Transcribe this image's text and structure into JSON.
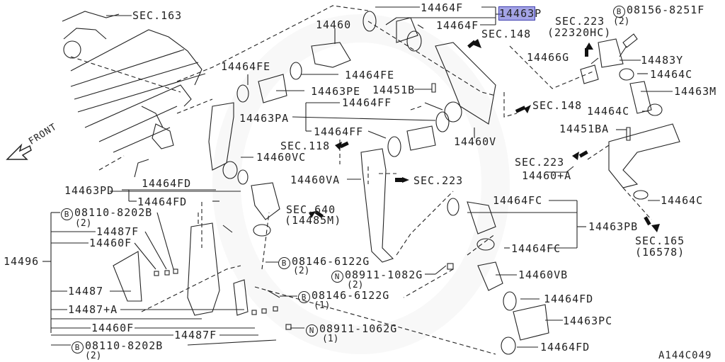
{
  "diagram": {
    "figure_id": "A144C049",
    "front_label": "FRONT",
    "highlight_color": "#7b7bd6",
    "highlighted_part": "14463P",
    "section_refs": [
      {
        "id": "sec163",
        "text": "SEC.163"
      },
      {
        "id": "sec148a",
        "text": "SEC.148"
      },
      {
        "id": "sec148b",
        "text": "SEC.148"
      },
      {
        "id": "sec223a",
        "text": "SEC.223",
        "sub": "(22320HC)"
      },
      {
        "id": "sec223b",
        "text": "SEC.223"
      },
      {
        "id": "sec223c",
        "text": "SEC.223"
      },
      {
        "id": "sec118",
        "text": "SEC.118"
      },
      {
        "id": "sec640",
        "text": "SEC.640",
        "sub": "(14485M)"
      },
      {
        "id": "sec165",
        "text": "SEC.165",
        "sub": "(16578)"
      }
    ],
    "parts": {
      "p14464F_a": "14464F",
      "p14464F_b": "14464F",
      "p14463P": "14463",
      "p14463P_suffix": "P",
      "p14460": "14460",
      "p14464FE_a": "14464FE",
      "p14464FE_b": "14464FE",
      "p14463PE": "14463PE",
      "p14451B": "14451B",
      "p14464FF_a": "14464FF",
      "p14463PA": "14463PA",
      "p14464FF_b": "14464FF",
      "p14460V": "14460V",
      "p14460VC": "14460VC",
      "p14460VA": "14460VA",
      "p14464FD_a": "14464FD",
      "p14463PD": "14463PD",
      "p14464FD_b": "14464FD",
      "p14466G": "14466G",
      "p14483Y": "14483Y",
      "p14464C_a": "14464C",
      "p14463M": "14463M",
      "p14464C_b": "14464C",
      "p14451BA": "14451BA",
      "p14460A": "14460+A",
      "p14464C_c": "14464C",
      "p14464FC_a": "14464FC",
      "p14463PB": "14463PB",
      "p14464FC_b": "14464FC",
      "p14460VB": "14460VB",
      "p14464FD_c": "14464FD",
      "p14463PC": "14463PC",
      "p14464FD_d": "14464FD",
      "p14496": "14496",
      "p14487F_a": "14487F",
      "p14460F_a": "14460F",
      "p14487": "14487",
      "p14487A": "14487+A",
      "p14460F_b": "14460F",
      "p14487F_b": "14487F"
    },
    "fasteners": [
      {
        "id": "f1",
        "symbol": "B",
        "part": "08156-8251F",
        "qty": "(2)"
      },
      {
        "id": "f2",
        "symbol": "B",
        "part": "08110-8202B",
        "qty": "(2)"
      },
      {
        "id": "f3",
        "symbol": "B",
        "part": "08146-6122G",
        "qty": "(2)"
      },
      {
        "id": "f4",
        "symbol": "N",
        "part": "08911-1082G",
        "qty": "(2)"
      },
      {
        "id": "f5",
        "symbol": "B",
        "part": "08146-6122G",
        "qty": "(1)"
      },
      {
        "id": "f6",
        "symbol": "N",
        "part": "08911-1062G",
        "qty": "(1)"
      },
      {
        "id": "f7",
        "symbol": "B",
        "part": "08110-8202B",
        "qty": "(2)"
      }
    ]
  }
}
